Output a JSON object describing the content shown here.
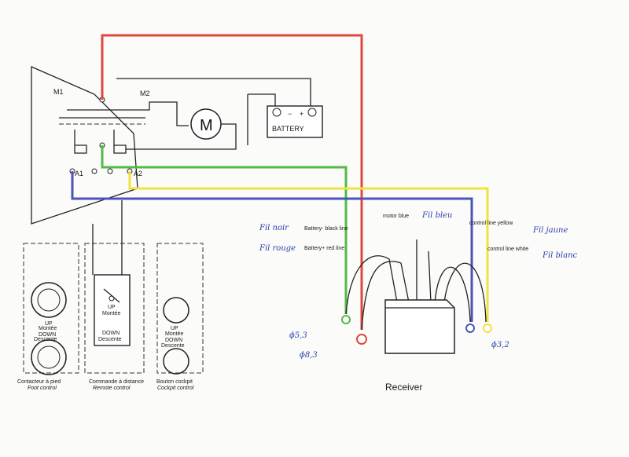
{
  "labels": {
    "m1": "M1",
    "m2": "M2",
    "a1": "A1",
    "a2": "A2",
    "motor": "M",
    "battery": "BATTERY",
    "battery_minus": "−",
    "battery_plus": "+"
  },
  "handwritten": {
    "fil_noir": "Fil noir",
    "fil_rouge": "Fil rouge",
    "fil_bleu": "Fil bleu",
    "fil_jaune": "Fil jaune",
    "fil_blanc": "Fil blanc",
    "d53": "ϕ5,3",
    "d83": "ϕ8,3",
    "d32": "ϕ3,2"
  },
  "wire_labels": {
    "battery_minus": "Battery- black line",
    "battery_plus": "Battery+ red line",
    "motor_blue": "motor blue",
    "control_yellow": "control line yellow",
    "control_white": "control line white"
  },
  "receiver": "Receiver",
  "panels": {
    "foot": {
      "up_fr": "Montée",
      "up_en": "UP",
      "down_fr": "Descente",
      "down_en": "DOWN",
      "caption_fr": "Contacteur à pied",
      "caption_en": "Foot control"
    },
    "remote": {
      "up_fr": "Montée",
      "up_en": "UP",
      "down_fr": "Descente",
      "down_en": "DOWN",
      "caption_fr": "Commande à distance",
      "caption_en": "Remote control"
    },
    "cockpit": {
      "up_fr": "Montée",
      "up_en": "UP",
      "down_fr": "Descente",
      "down_en": "DOWN",
      "caption_fr": "Bouton cockpit",
      "caption_en": "Cockpit control"
    }
  },
  "wire_colors": {
    "red": "#e0473d",
    "green": "#52b948",
    "blue": "#4a55b8",
    "yellow": "#f2e23e"
  }
}
